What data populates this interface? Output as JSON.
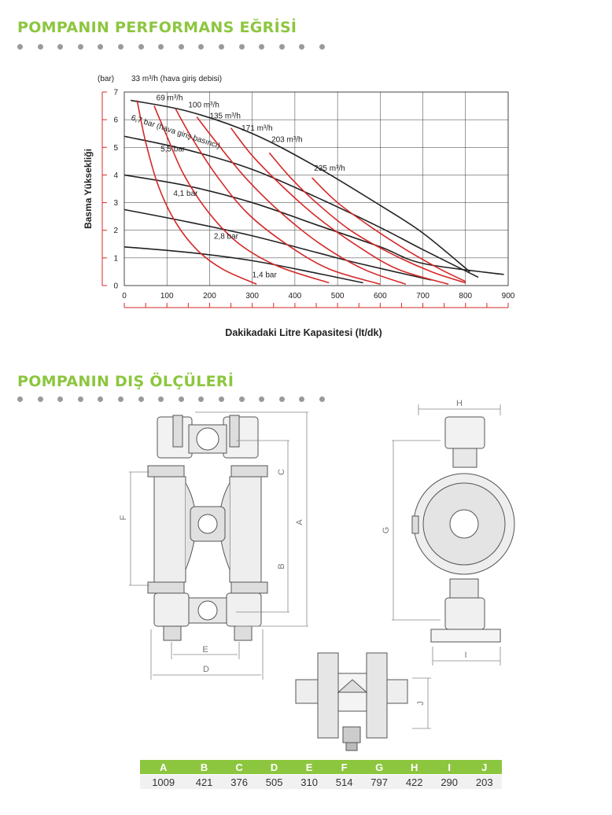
{
  "section_performance": {
    "title": "POMPANIN PERFORMANS EĞRİSİ"
  },
  "section_dimensions": {
    "title": "POMPANIN DIŞ ÖLÇÜLERİ"
  },
  "colors": {
    "accent": "#8cc63f",
    "dots": "#9a9a9a",
    "curve_red": "#d62828",
    "curve_dark": "#222222"
  },
  "chart_data": {
    "type": "line",
    "ylabel": "Basma Yüksekliği",
    "yunit": "(bar)",
    "xlabel": "Dakikadaki Litre Kapasitesi (lt/dk)",
    "xlim": [
      0,
      900
    ],
    "ylim": [
      0,
      7
    ],
    "xticks": [
      0,
      100,
      200,
      300,
      400,
      500,
      600,
      700,
      800,
      900
    ],
    "yticks": [
      0,
      1,
      2,
      3,
      4,
      5,
      6,
      7
    ],
    "grid": true,
    "header_annotation": "33 m³/h (hava giriş debisi)",
    "pressure_curves": [
      {
        "name": "6,7 bar (hava giriş basıncı)",
        "x": [
          15,
          150,
          300,
          450,
          600,
          700,
          810
        ],
        "y": [
          6.7,
          6.3,
          5.5,
          4.3,
          2.9,
          1.9,
          0.5
        ]
      },
      {
        "name": "5,5 bar",
        "x": [
          0,
          150,
          300,
          450,
          600,
          700,
          830
        ],
        "y": [
          5.4,
          4.9,
          4.2,
          3.2,
          2.1,
          1.3,
          0.3
        ]
      },
      {
        "name": "4,1 bar",
        "x": [
          0,
          150,
          300,
          450,
          600,
          700,
          890
        ],
        "y": [
          4.0,
          3.6,
          3.0,
          2.2,
          1.4,
          0.8,
          0.4
        ]
      },
      {
        "name": "2,8 bar",
        "x": [
          0,
          150,
          300,
          450,
          550,
          720
        ],
        "y": [
          2.75,
          2.3,
          1.8,
          1.2,
          0.8,
          0.2
        ]
      },
      {
        "name": "1,4 bar",
        "x": [
          0,
          150,
          300,
          450,
          560
        ],
        "y": [
          1.4,
          1.2,
          0.9,
          0.45,
          0.1
        ]
      }
    ],
    "airflow_curves": [
      {
        "name": "33 m³/h (hava giriş debisi)",
        "x": [
          30,
          50,
          80,
          120,
          170,
          230,
          310
        ],
        "y": [
          6.7,
          5.2,
          3.6,
          2.3,
          1.3,
          0.6,
          0.05
        ]
      },
      {
        "name": "69 m³/h",
        "x": [
          70,
          100,
          140,
          200,
          270,
          360,
          480
        ],
        "y": [
          6.5,
          5.4,
          4.0,
          2.6,
          1.5,
          0.7,
          0.1
        ]
      },
      {
        "name": "100 m³/h",
        "x": [
          120,
          160,
          220,
          290,
          380,
          480,
          600
        ],
        "y": [
          6.4,
          5.3,
          3.9,
          2.6,
          1.5,
          0.6,
          0.05
        ]
      },
      {
        "name": "135 m³/h",
        "x": [
          170,
          220,
          290,
          370,
          460,
          560,
          660
        ],
        "y": [
          6.1,
          5.1,
          3.8,
          2.6,
          1.5,
          0.6,
          0.05
        ]
      },
      {
        "name": "171 m³/h",
        "x": [
          250,
          300,
          370,
          450,
          540,
          640,
          760
        ],
        "y": [
          5.7,
          4.7,
          3.6,
          2.5,
          1.5,
          0.6,
          0.05
        ]
      },
      {
        "name": "203 m³/h",
        "x": [
          340,
          390,
          450,
          530,
          620,
          720,
          800
        ],
        "y": [
          4.8,
          3.9,
          3.0,
          2.0,
          1.2,
          0.5,
          0.1
        ]
      },
      {
        "name": "235 m³/h",
        "x": [
          440,
          500,
          580,
          660,
          740,
          800
        ],
        "y": [
          3.9,
          3.0,
          2.1,
          1.3,
          0.6,
          0.15
        ]
      }
    ],
    "labels": [
      {
        "text": "69 m³/h",
        "x": 75,
        "y": 6.7
      },
      {
        "text": "100 m³/h",
        "x": 150,
        "y": 6.45
      },
      {
        "text": "135 m³/h",
        "x": 200,
        "y": 6.05
      },
      {
        "text": "171 m³/h",
        "x": 275,
        "y": 5.6
      },
      {
        "text": "203 m³/h",
        "x": 345,
        "y": 5.2
      },
      {
        "text": "235 m³/h",
        "x": 445,
        "y": 4.15
      },
      {
        "text": "6,7 bar (hava giriş basıncı)",
        "x": 15,
        "y": 6.0,
        "rotate": 18
      },
      {
        "text": "5,5 bar",
        "x": 85,
        "y": 4.85
      },
      {
        "text": "4,1 bar",
        "x": 115,
        "y": 3.25
      },
      {
        "text": "2,8 bar",
        "x": 210,
        "y": 1.7
      },
      {
        "text": "1,4 bar",
        "x": 300,
        "y": 0.3
      }
    ]
  },
  "dimension_labels": [
    "A",
    "B",
    "C",
    "D",
    "E",
    "F",
    "G",
    "H",
    "I",
    "J"
  ],
  "dimension_table": {
    "headers": [
      "A",
      "B",
      "C",
      "D",
      "E",
      "F",
      "G",
      "H",
      "I",
      "J"
    ],
    "values": [
      "1009",
      "421",
      "376",
      "505",
      "310",
      "514",
      "797",
      "422",
      "290",
      "203"
    ]
  }
}
